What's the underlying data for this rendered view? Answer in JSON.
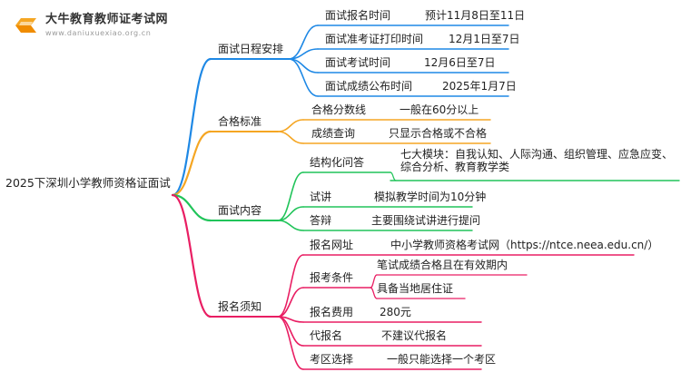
{
  "brand": {
    "name": "大牛教育教师证考试网",
    "url": "www.daniuxuexiao.org.cn"
  },
  "colors": {
    "blue": "#1e88e5",
    "orange": "#f5a623",
    "green": "#21c45a",
    "pink": "#e91e63"
  },
  "root": {
    "label": "2025下深圳小学教师资格证面试"
  },
  "branches": [
    {
      "label": "面试日程安排",
      "color": "blue",
      "children": [
        {
          "label": "面试报名时间",
          "value": "预计11月8日至11日"
        },
        {
          "label": "面试准考证打印时间",
          "value": "12月1日至7日"
        },
        {
          "label": "面试考试时间",
          "value": "12月6日至7日"
        },
        {
          "label": "面试成绩公布时间",
          "value": "2025年1月7日"
        }
      ]
    },
    {
      "label": "合格标准",
      "color": "orange",
      "children": [
        {
          "label": "合格分数线",
          "value": "一般在60分以上"
        },
        {
          "label": "成绩查询",
          "value": "只显示合格或不合格"
        }
      ]
    },
    {
      "label": "面试内容",
      "color": "green",
      "children": [
        {
          "label": "结构化问答",
          "value": "七大模块：自我认知、人际沟通、组织管理、应急应变、综合分析、教育教学类"
        },
        {
          "label": "试讲",
          "value": "模拟教学时间为10分钟"
        },
        {
          "label": "答辩",
          "value": "主要围绕试讲进行提问"
        }
      ]
    },
    {
      "label": "报名须知",
      "color": "pink",
      "children": [
        {
          "label": "报名网址",
          "value": "中小学教师资格考试网（https://ntce.neea.edu.cn/）"
        },
        {
          "label": "报考条件",
          "values": [
            "笔试成绩合格且在有效期内",
            "具备当地居住证"
          ]
        },
        {
          "label": "报名费用",
          "value": "280元"
        },
        {
          "label": "代报名",
          "value": "不建议代报名"
        },
        {
          "label": "考区选择",
          "value": "一般只能选择一个考区"
        }
      ]
    }
  ]
}
